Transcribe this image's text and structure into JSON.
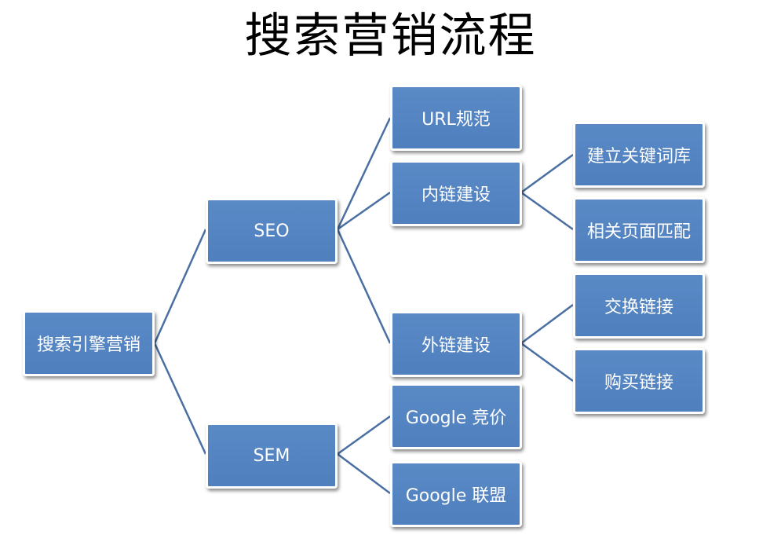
{
  "title": "搜索营销流程",
  "nodes": {
    "root": "搜索引擎营销",
    "seo": "SEO",
    "sem": "SEM",
    "url_norm": "URL规范",
    "internal_links": "内链建设",
    "external_links": "外链建设",
    "google_bidding": "Google 竞价",
    "google_alliance": "Google 联盟",
    "keyword_library": "建立关键词库",
    "page_matching": "相关页面匹配",
    "link_exchange": "交换链接",
    "buy_links": "购买链接"
  },
  "colors": {
    "node_fill": "#4f81bd",
    "node_border": "#ffffff",
    "connector": "#4a6fa3"
  }
}
